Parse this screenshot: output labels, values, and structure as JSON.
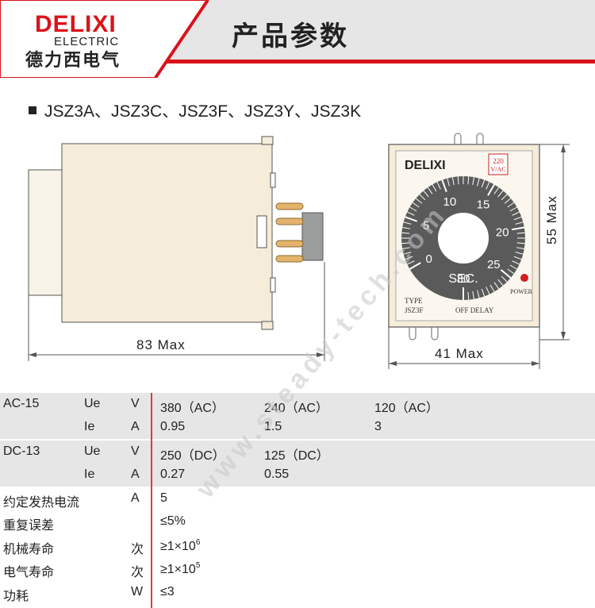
{
  "header": {
    "brand": "DELIXI",
    "brand_sub": "ELECTRIC",
    "brand_cn": "德力西电气",
    "title": "产品参数"
  },
  "models": "JSZ3A、JSZ3C、JSZ3F、JSZ3Y、JSZ3K",
  "drawing": {
    "side_dim": "83 Max",
    "front_width_dim": "41 Max",
    "front_height_dim": "55 Max",
    "front_brand": "DELIXI",
    "voltage_badge_top": "220",
    "voltage_badge_bottom": "V/AC",
    "dial_numbers": [
      "0",
      "5",
      "10",
      "15",
      "20",
      "25",
      "30"
    ],
    "dial_unit": "SEC.",
    "power_label": "POWER",
    "type_label": "TYPE",
    "type_value": "JSZ3F",
    "mode_label": "OFF DELAY"
  },
  "watermark": "www.steady-tech.com",
  "table": {
    "rows": [
      {
        "c1": "AC-15",
        "c2": "Ue",
        "c3": "V",
        "v1": "380（AC）",
        "v2": "240（AC）",
        "v3": "120（AC）"
      },
      {
        "c1": "",
        "c2": "Ie",
        "c3": "A",
        "v1": "0.95",
        "v2": "1.5",
        "v3": "3"
      },
      {
        "c1": "DC-13",
        "c2": "Ue",
        "c3": "V",
        "v1": "250（DC）",
        "v2": "125（DC）",
        "v3": ""
      },
      {
        "c1": "",
        "c2": "Ie",
        "c3": "A",
        "v1": "0.27",
        "v2": "0.55",
        "v3": ""
      },
      {
        "c1": "约定发热电流",
        "c2": "",
        "c3": "A",
        "v1": "5",
        "v2": "",
        "v3": ""
      },
      {
        "c1": "重复误差",
        "c2": "",
        "c3": "",
        "v1": "≤5%",
        "v2": "",
        "v3": ""
      },
      {
        "c1": "机械寿命",
        "c2": "",
        "c3": "次",
        "v1": "≥1×10",
        "v1sup": "6",
        "v2": "",
        "v3": ""
      },
      {
        "c1": "电气寿命",
        "c2": "",
        "c3": "次",
        "v1": "≥1×10",
        "v1sup": "5",
        "v2": "",
        "v3": ""
      },
      {
        "c1": "功耗",
        "c2": "",
        "c3": "W",
        "v1": "≤3",
        "v2": "",
        "v3": ""
      }
    ]
  }
}
